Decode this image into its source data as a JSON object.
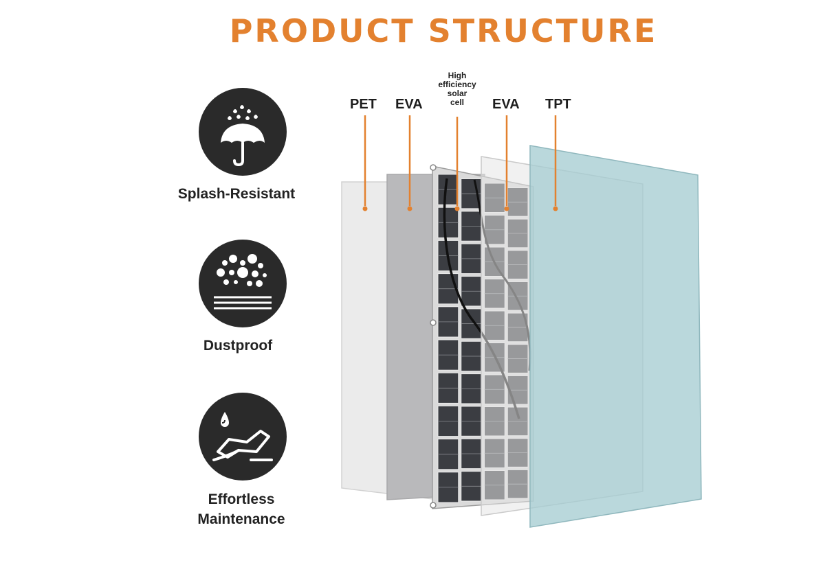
{
  "title": "PRODUCT STRUCTURE",
  "colors": {
    "accent": "#e3812f",
    "icon_fill": "#2a2a2a",
    "tpt_layer": "#a7cdd2"
  },
  "features": [
    {
      "icon": "umbrella-rain-icon",
      "label": "Splash-Resistant"
    },
    {
      "icon": "dust-particles-icon",
      "label": "Dustproof"
    },
    {
      "icon": "wipe-clean-icon",
      "label": "Effortless Maintenance",
      "line1": "Effortless",
      "line2": "Maintenance"
    }
  ],
  "layers": [
    {
      "label": "PET"
    },
    {
      "label": "EVA"
    },
    {
      "label": "High efficiency solar cell",
      "lines": [
        "High",
        "efficiency",
        "solar",
        "cell"
      ]
    },
    {
      "label": "EVA"
    },
    {
      "label": "TPT"
    }
  ]
}
